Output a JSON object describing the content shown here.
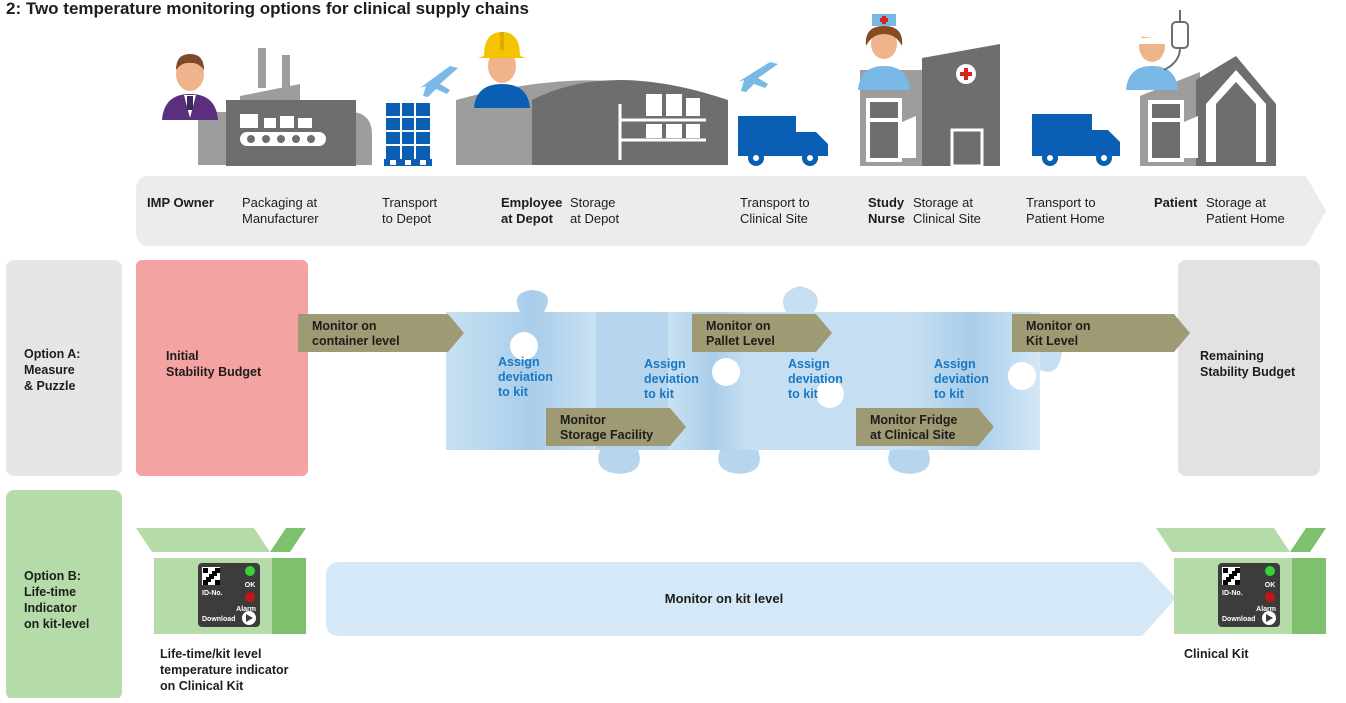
{
  "title": "2: Two temperature monitoring options for clinical supply chains",
  "stages": [
    {
      "role": "IMP Owner",
      "step": "Packaging at\nManufacturer"
    },
    {
      "role": "",
      "step": "Transport\nto Depot"
    },
    {
      "role": "Employee\nat Depot",
      "step": "Storage\nat Depot"
    },
    {
      "role": "",
      "step": "Transport to\nClinical Site"
    },
    {
      "role": "Study\nNurse",
      "step": "Storage at\nClinical Site"
    },
    {
      "role": "",
      "step": "Transport to\nPatient Home"
    },
    {
      "role": "Patient",
      "step": "Storage at\nPatient Home"
    }
  ],
  "option_a": {
    "label": "Option A:\nMeasure\n& Puzzle",
    "initial": "Initial\nStability Budget",
    "remaining": "Remaining\nStability Budget",
    "monitors": [
      "Monitor on\ncontainer level",
      "Monitor\nStorage Facility",
      "Monitor on\nPallet Level",
      "Monitor Fridge\nat Clinical Site",
      "Monitor on\nKit Level"
    ],
    "assign": [
      "Assign\ndeviation\nto kit",
      "Assign\ndeviation\nto kit",
      "Assign\ndeviation\nto kit",
      "Assign\ndeviation\nto kit"
    ]
  },
  "option_b": {
    "label": "Option B:\nLife-time\nIndicator\non kit-level",
    "arrow": "Monitor on kit level",
    "left_caption": "Life-time/kit level\ntemperature indicator\non Clinical Kit",
    "right_caption": "Clinical Kit",
    "indicator": {
      "ok": "OK",
      "id": "ID-No.",
      "alarm": "Alarm",
      "download": "Download"
    }
  },
  "colors": {
    "gray_dark": "#6d6e70",
    "gray_light": "#9d9d9d",
    "blue": "#0a5fb4",
    "sky": "#7ab8e6",
    "red_box": "#f4a3a3",
    "olive": "#9e9a74",
    "green_light": "#b5dca8",
    "green_dark": "#7fc06e",
    "puzzle": "#c6dff0",
    "panel": "#e8e8e8",
    "link_blue": "#1a78c2"
  }
}
